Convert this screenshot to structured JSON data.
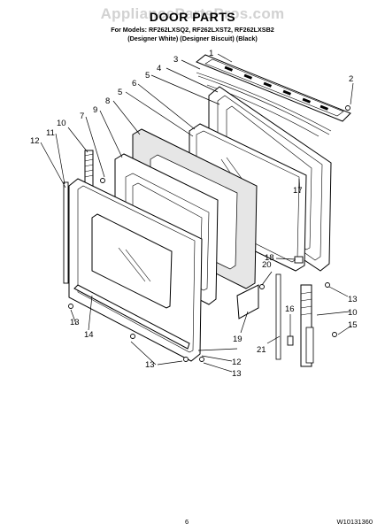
{
  "watermark": "AppliancePartsPros.com",
  "header": {
    "title": "DOOR PARTS",
    "models_line1": "For Models: RF262LXSQ2, RF262LXST2, RF262LXSB2",
    "models_line2": "(Designer White) (Designer Biscuit) (Black)"
  },
  "footer": {
    "page_number": "6",
    "doc_id": "W10131360"
  },
  "callouts": {
    "c1": "1",
    "c2": "2",
    "c3": "3",
    "c4": "4",
    "c5a": "5",
    "c5b": "5",
    "c6": "6",
    "c7": "7",
    "c8": "8",
    "c9": "9",
    "c10a": "10",
    "c10b": "10",
    "c11": "11",
    "c12a": "12",
    "c12b": "12",
    "c13a": "13",
    "c13b": "13",
    "c13c": "13",
    "c13d": "13",
    "c14": "14",
    "c15": "15",
    "c16": "16",
    "c17": "17",
    "c18": "18",
    "c19": "19",
    "c20": "20",
    "c21": "21"
  }
}
